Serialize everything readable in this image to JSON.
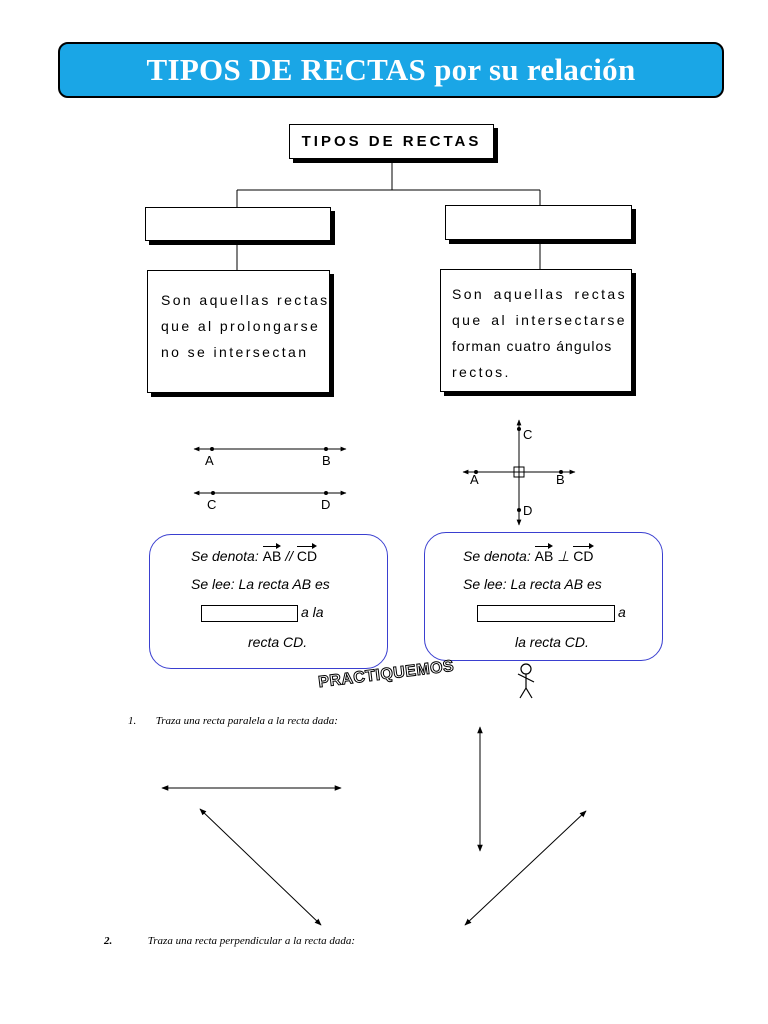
{
  "title": "TIPOS DE RECTAS por su relación",
  "concept_map": {
    "root": "TIPOS DE RECTAS",
    "left_category": "",
    "right_category": "",
    "left_definition": [
      "Son aquellas rectas",
      "que al prolongarse",
      "no se intersectan"
    ],
    "right_definition": [
      "Son aquellas rectas",
      "que al intersectarse",
      "forman cuatro ángulos",
      "rectos."
    ]
  },
  "parallel_diagram": {
    "labels": [
      "A",
      "B",
      "C",
      "D"
    ]
  },
  "perpendicular_diagram": {
    "labels": [
      "A",
      "B",
      "C",
      "D"
    ]
  },
  "notation_left": {
    "prefix": "Se denota: ",
    "v1": "AB",
    "symbol": " // ",
    "v2": "CD",
    "line2": "Se lee: La recta AB es",
    "after_blank": "a la",
    "line4": "recta CD."
  },
  "notation_right": {
    "prefix": "Se denota: ",
    "v1": "AB",
    "symbol": " ⊥ ",
    "v2": "CD",
    "line2": "Se lee: La recta AB es",
    "after_blank": "a",
    "line4": "la recta CD."
  },
  "banner2": "PRACTIQUEMOS",
  "exercises": [
    {
      "number": "1.",
      "text": "Traza una recta paralela  a la recta dada:"
    },
    {
      "number": "2.",
      "text": "Traza una recta perpendicular a la recta dada:"
    }
  ],
  "colors": {
    "banner": "#1aa6e6",
    "notation_border": "#3a3fd0"
  }
}
